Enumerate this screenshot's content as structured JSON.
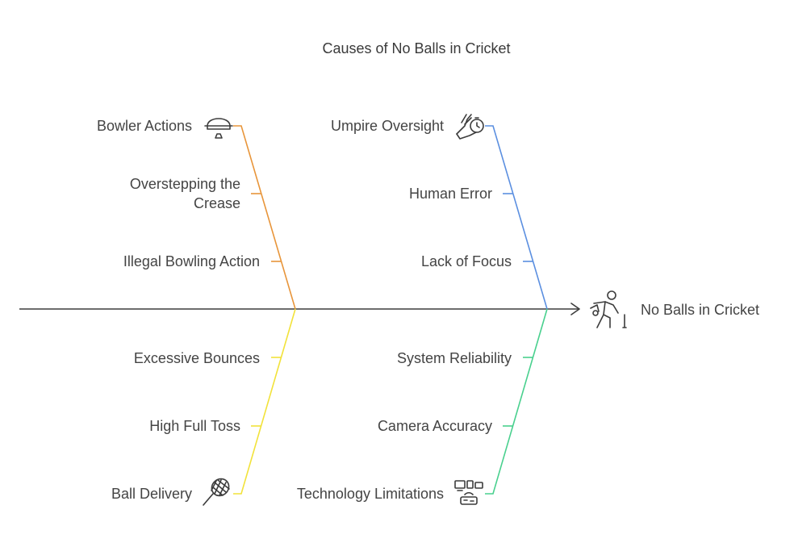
{
  "title": "Causes of No Balls in Cricket",
  "effect": {
    "label": "No Balls in Cricket",
    "icon": "cricketer-icon"
  },
  "categories": [
    {
      "id": "bowler",
      "label": "Bowler Actions",
      "icon": "cap-icon",
      "color": "#e8953a",
      "causes": [
        "Overstepping the",
        "Crease",
        "Illegal Bowling Action"
      ]
    },
    {
      "id": "umpire",
      "label": "Umpire Oversight",
      "icon": "stopwatch-hand-icon",
      "color": "#5b8fe0",
      "causes": [
        "Human Error",
        "Lack of Focus"
      ]
    },
    {
      "id": "ball",
      "label": "Ball Delivery",
      "icon": "racket-icon",
      "color": "#f2e23a",
      "causes": [
        "Excessive Bounces",
        "High Full Toss"
      ]
    },
    {
      "id": "technology",
      "label": "Technology Limitations",
      "icon": "devices-icon",
      "color": "#49d08e",
      "causes": [
        "System Reliability",
        "Camera Accuracy"
      ]
    }
  ]
}
